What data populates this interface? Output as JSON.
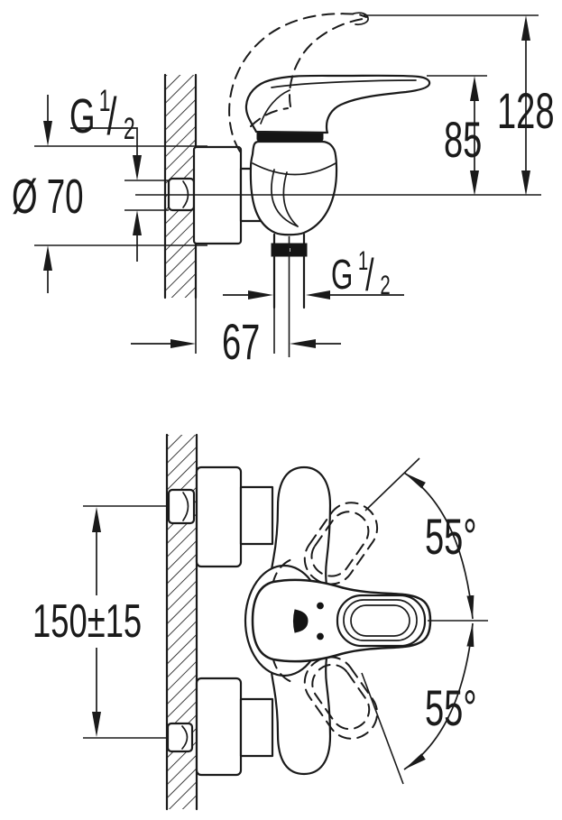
{
  "diagram": {
    "title": "wall-mounted single-lever shower mixer installation drawing",
    "line_color": "#1a1a1a",
    "background_color": "#ffffff",
    "views": {
      "side_view": {
        "labels": {
          "inlet_thread": {
            "g": "G",
            "numerator": "1",
            "slash": "/",
            "denominator": "2"
          },
          "flange_diameter": "Ø 70",
          "height_handle_raised": "128",
          "height_handle": "85",
          "outlet_thread": {
            "g": "G",
            "numerator": "1",
            "slash": "/",
            "denominator": "2"
          },
          "wall_to_outlet_axis": "67"
        }
      },
      "front_view": {
        "labels": {
          "connection_center_distance": "150±15",
          "lever_swing_up": "55°",
          "lever_swing_down": "55°"
        }
      }
    }
  }
}
